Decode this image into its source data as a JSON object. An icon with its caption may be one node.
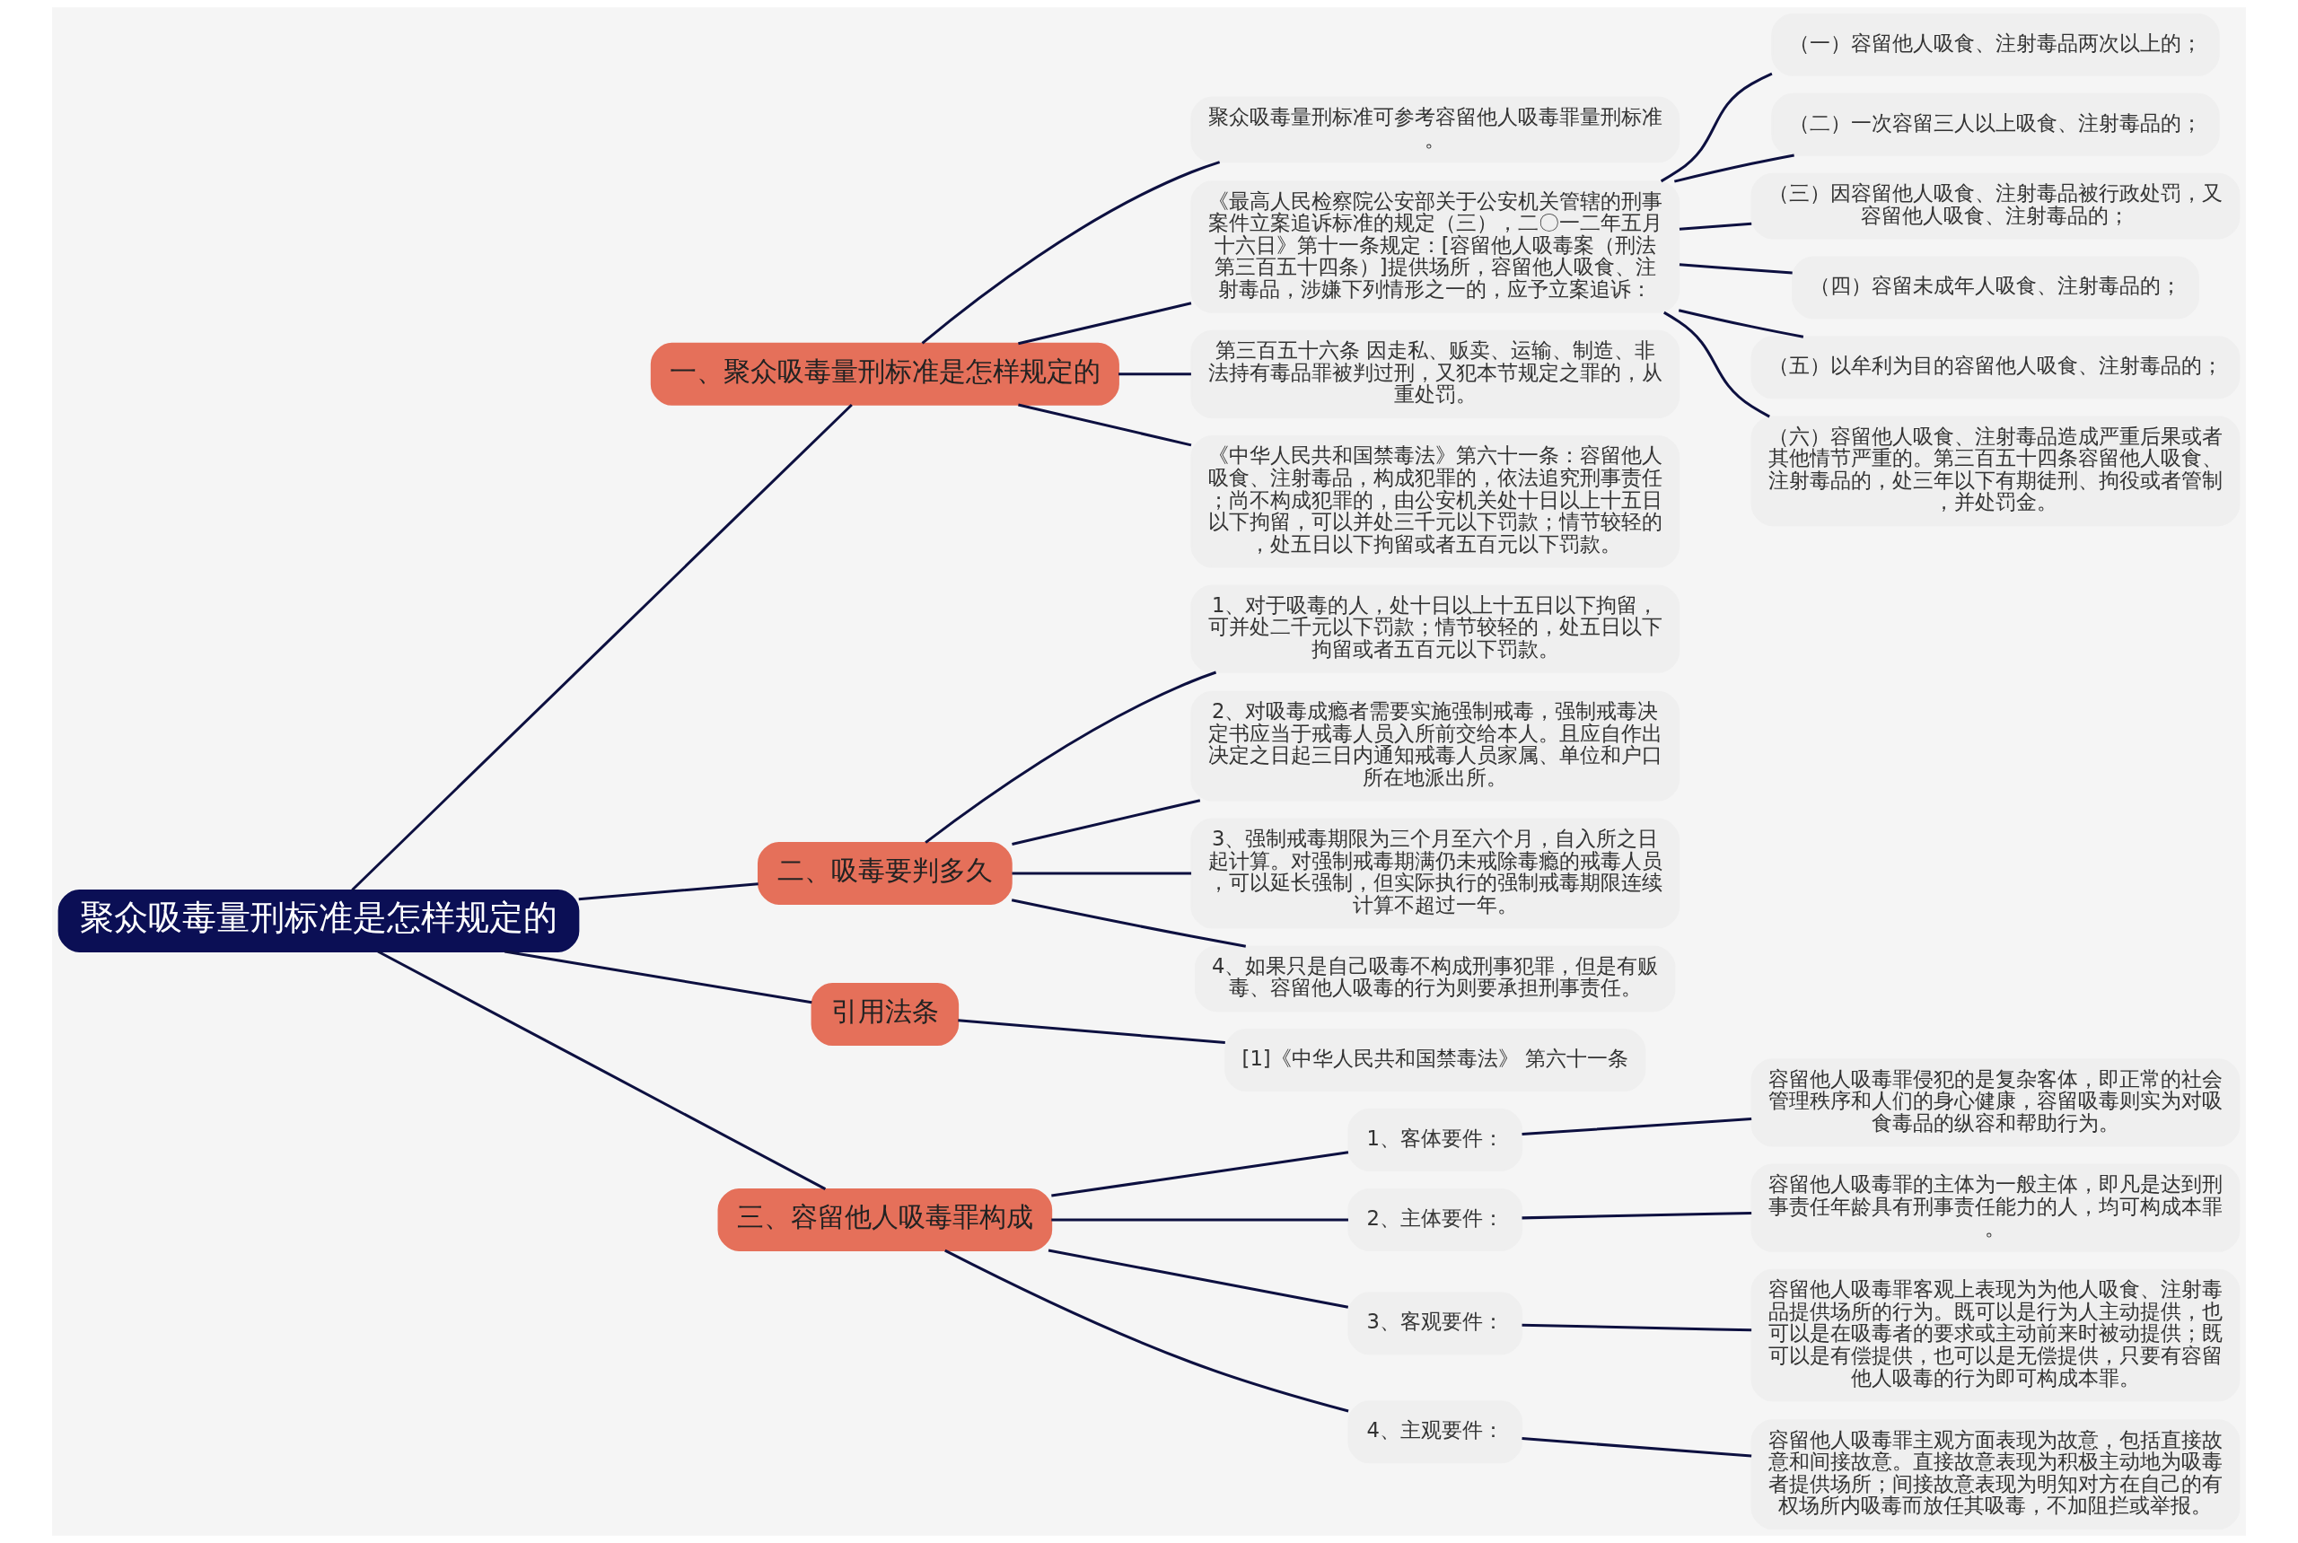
{
  "diagram": {
    "nodes": [
      {
        "text": [
          "聚众吸毒量刑标准是怎样规定的"
        ]
      },
      {
        "text": [
          "一、聚众吸毒量刑标准是怎样规定的"
        ]
      },
      {
        "text": [
          "聚众吸毒量刑标准可参考容留他人吸毒罪量刑标准。"
        ]
      },
      {
        "text": [
          "《最高人民检察院公安部关于公安机关管辖的刑事案件立案追诉标准的规定（三），二〇一二年五月十六日》第十一条规定：[容留他人吸毒案（刑法第三百五十四条）]提供场所，容留他人吸食、注射毒品，涉嫌下列情形之一的，应予立案追诉："
        ]
      },
      {
        "text": [
          "（一）容留他人吸食、注射毒品两次以上的；"
        ]
      },
      {
        "text": [
          "（二）一次容留三人以上吸食、注射毒品的；"
        ]
      },
      {
        "text": [
          "（三）因容留他人吸食、注射毒品被行政处罚，又容留他人吸食、注射毒品的；"
        ]
      },
      {
        "text": [
          "（四）容留未成年人吸食、注射毒品的；"
        ]
      },
      {
        "text": [
          "（五）以牟利为目的容留他人吸食、注射毒品的；"
        ]
      },
      {
        "text": [
          "（六）容留他人吸食、注射毒品造成严重后果或者其他情节严重的。第三百五十四条容留他人吸食、注射毒品的，处三年以下有期徒刑、拘役或者管制，并处罚金。"
        ]
      },
      {
        "text": [
          "第三百五十六条 因走私、贩卖、运输、制造、非法持有毒品罪被判过刑，又犯本节规定之罪的，从重处罚。"
        ]
      },
      {
        "text": [
          "《中华人民共和国禁毒法》第六十一条：容留他人吸食、注射毒品，构成犯罪的，依法追究刑事责任；尚不构成犯罪的，由公安机关处十日以上十五日以下拘留，可以并处三千元以下罚款；情节较轻的，处五日以下拘留或者五百元以下罚款。"
        ]
      },
      {
        "text": [
          "二、吸毒要判多久"
        ]
      },
      {
        "text": [
          "1、对于吸毒的人，处十日以上十五日以下拘留，可并处二千元以下罚款；情节较轻的，处五日以下拘留或者五百元以下罚款。"
        ]
      },
      {
        "text": [
          "2、对吸毒成瘾者需要实施强制戒毒，强制戒毒决定书应当于戒毒人员入所前交给本人。且应自作出决定之日起三日内通知戒毒人员家属、单位和户口所在地派出所。"
        ]
      },
      {
        "text": [
          "3、强制戒毒期限为三个月至六个月，自入所之日起计算。对强制戒毒期满仍未戒除毒瘾的戒毒人员，可以延长强制，但实际执行的强制戒毒期限连续计算不超过一年。"
        ]
      },
      {
        "text": [
          "4、如果只是自己吸毒不构成刑事犯罪，但是有贩毒、容留他人吸毒的行为则要承担刑事责任。"
        ]
      },
      {
        "text": [
          "引用法条"
        ]
      },
      {
        "text": [
          "[1]《中华人民共和国禁毒法》 第六十一条"
        ]
      },
      {
        "text": [
          "三、容留他人吸毒罪构成"
        ]
      },
      {
        "text": [
          "1、客体要件："
        ]
      },
      {
        "text": [
          "容留他人吸毒罪侵犯的是复杂客体，即正常的社会管理秩序和人们的身心健康，容留吸毒则实为对吸食毒品的纵容和帮助行为。"
        ]
      },
      {
        "text": [
          "2、主体要件："
        ]
      },
      {
        "text": [
          "容留他人吸毒罪的主体为一般主体，即凡是达到刑事责任年龄具有刑事责任能力的人，均可构成本罪。"
        ]
      },
      {
        "text": [
          "3、客观要件："
        ]
      },
      {
        "text": [
          "容留他人吸毒罪客观上表现为为他人吸食、注射毒品提供场所的行为。既可以是行为人主动提供，也可以是在吸毒者的要求或主动前来时被动提供；既可以是有偿提供，也可以是无偿提供，只要有容留他人吸毒的行为即可构成本罪。"
        ]
      },
      {
        "text": [
          "4、主观要件："
        ]
      },
      {
        "text": [
          "容留他人吸毒罪主观方面表现为故意，包括直接故意和间接故意。直接故意表现为积极主动地为吸毒者提供场所；间接故意表现为明知对方在自己的有权场所内吸毒而放任其吸毒，不加阻拦或举报。"
        ]
      }
    ],
    "edges": [
      {
        "from": 0,
        "to": 1,
        "arrow": "none"
      },
      {
        "from": 1,
        "to": 2,
        "arrow": "none"
      },
      {
        "from": 1,
        "to": 3,
        "arrow": "none"
      },
      {
        "from": 3,
        "to": 4,
        "arrow": "none"
      },
      {
        "from": 3,
        "to": 5,
        "arrow": "none"
      },
      {
        "from": 3,
        "to": 6,
        "arrow": "none"
      },
      {
        "from": 3,
        "to": 7,
        "arrow": "none"
      },
      {
        "from": 3,
        "to": 8,
        "arrow": "none"
      },
      {
        "from": 3,
        "to": 9,
        "arrow": "none"
      },
      {
        "from": 1,
        "to": 10,
        "arrow": "none"
      },
      {
        "from": 1,
        "to": 11,
        "arrow": "none"
      },
      {
        "from": 0,
        "to": 12,
        "arrow": "none"
      },
      {
        "from": 12,
        "to": 13,
        "arrow": "none"
      },
      {
        "from": 12,
        "to": 14,
        "arrow": "none"
      },
      {
        "from": 12,
        "to": 15,
        "arrow": "none"
      },
      {
        "from": 12,
        "to": 16,
        "arrow": "none"
      },
      {
        "from": 0,
        "to": 17,
        "arrow": "none"
      },
      {
        "from": 17,
        "to": 18,
        "arrow": "none"
      },
      {
        "from": 0,
        "to": 19,
        "arrow": "none"
      },
      {
        "from": 19,
        "to": 20,
        "arrow": "none"
      },
      {
        "from": 20,
        "to": 21,
        "arrow": "none"
      },
      {
        "from": 19,
        "to": 22,
        "arrow": "none"
      },
      {
        "from": 22,
        "to": 23,
        "arrow": "none"
      },
      {
        "from": 19,
        "to": 24,
        "arrow": "none"
      },
      {
        "from": 24,
        "to": 25,
        "arrow": "none"
      },
      {
        "from": 19,
        "to": 26,
        "arrow": "none"
      },
      {
        "from": 26,
        "to": 27,
        "arrow": "none"
      }
    ]
  }
}
